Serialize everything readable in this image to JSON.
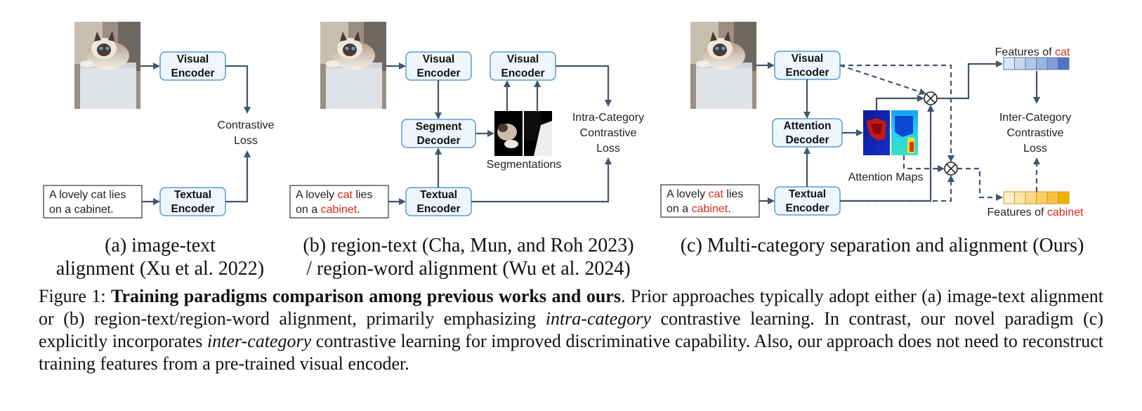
{
  "panel_a": {
    "visual_encoder": [
      "Visual",
      "Encoder"
    ],
    "textual_encoder": [
      "Textual",
      "Encoder"
    ],
    "loss": [
      "Contrastive",
      "Loss"
    ],
    "text_input": [
      "A lovely cat lies",
      "on a cabinet."
    ],
    "caption": [
      "(a) image-text",
      "alignment (Xu et al. 2022)"
    ]
  },
  "panel_b": {
    "visual_encoder": [
      "Visual",
      "Encoder"
    ],
    "visual_encoder_2": [
      "Visual",
      "Encoder"
    ],
    "segment_decoder": [
      "Segment",
      "Decoder"
    ],
    "textual_encoder": [
      "Textual",
      "Encoder"
    ],
    "segmentations": "Segmentations",
    "loss": [
      "Intra-Category",
      "Contrastive",
      "Loss"
    ],
    "text_input": {
      "l1_pre": "A lovely ",
      "l1_red": "cat",
      "l1_post": " lies",
      "l2_pre": "on a ",
      "l2_red": "cabinet",
      "l2_post": "."
    },
    "caption": [
      "(b) region-text (Cha, Mun, and Roh 2023)",
      "/ region-word alignment (Wu et al. 2024)"
    ]
  },
  "panel_c": {
    "visual_encoder": [
      "Visual",
      "Encoder"
    ],
    "attention_decoder": [
      "Attention",
      "Decoder"
    ],
    "textual_encoder": [
      "Textual",
      "Encoder"
    ],
    "attention_maps": "Attention Maps",
    "features_cat": {
      "pre": "Features of ",
      "red": "cat"
    },
    "features_cabinet": {
      "pre": "Features of ",
      "red": "cabinet"
    },
    "loss": [
      "Inter-Category",
      "Contrastive",
      "Loss"
    ],
    "text_input": {
      "l1_pre": "A lovely ",
      "l1_red": "cat",
      "l1_post": " lies",
      "l2_pre": "on a ",
      "l2_red": "cabinet",
      "l2_post": "."
    },
    "caption": "(c) Multi-category separation and alignment (Ours)"
  },
  "colors": {
    "box_border": "#5b9bd5",
    "box_fill": "#eef5fc",
    "arrow": "#44546a",
    "highlight_red": "#d42a1e",
    "cat_features": [
      "#dde6f4",
      "#c9d7ee",
      "#b2c6e6",
      "#9bb4dd",
      "#7e9dd2",
      "#4f74c0"
    ],
    "cabinet_features": [
      "#fdf0c8",
      "#fce6a6",
      "#fbdb86",
      "#f9cf63",
      "#f7c33f",
      "#f0b000"
    ]
  },
  "caption": {
    "label": "Figure 1: ",
    "bold": "Training paradigms comparison among previous works and ours",
    "t1": ". Prior approaches typically adopt either (a) image-text alignment or (b) region-text/region-word alignment, primarily emphasizing ",
    "i1": "intra-category",
    "t2": " contrastive learning. In contrast, our novel paradigm (c) explicitly incorporates ",
    "i2": "inter-category",
    "t3": " contrastive learning for improved discriminative capability. Also, our approach does not need to reconstruct training features from a pre-trained visual encoder."
  }
}
